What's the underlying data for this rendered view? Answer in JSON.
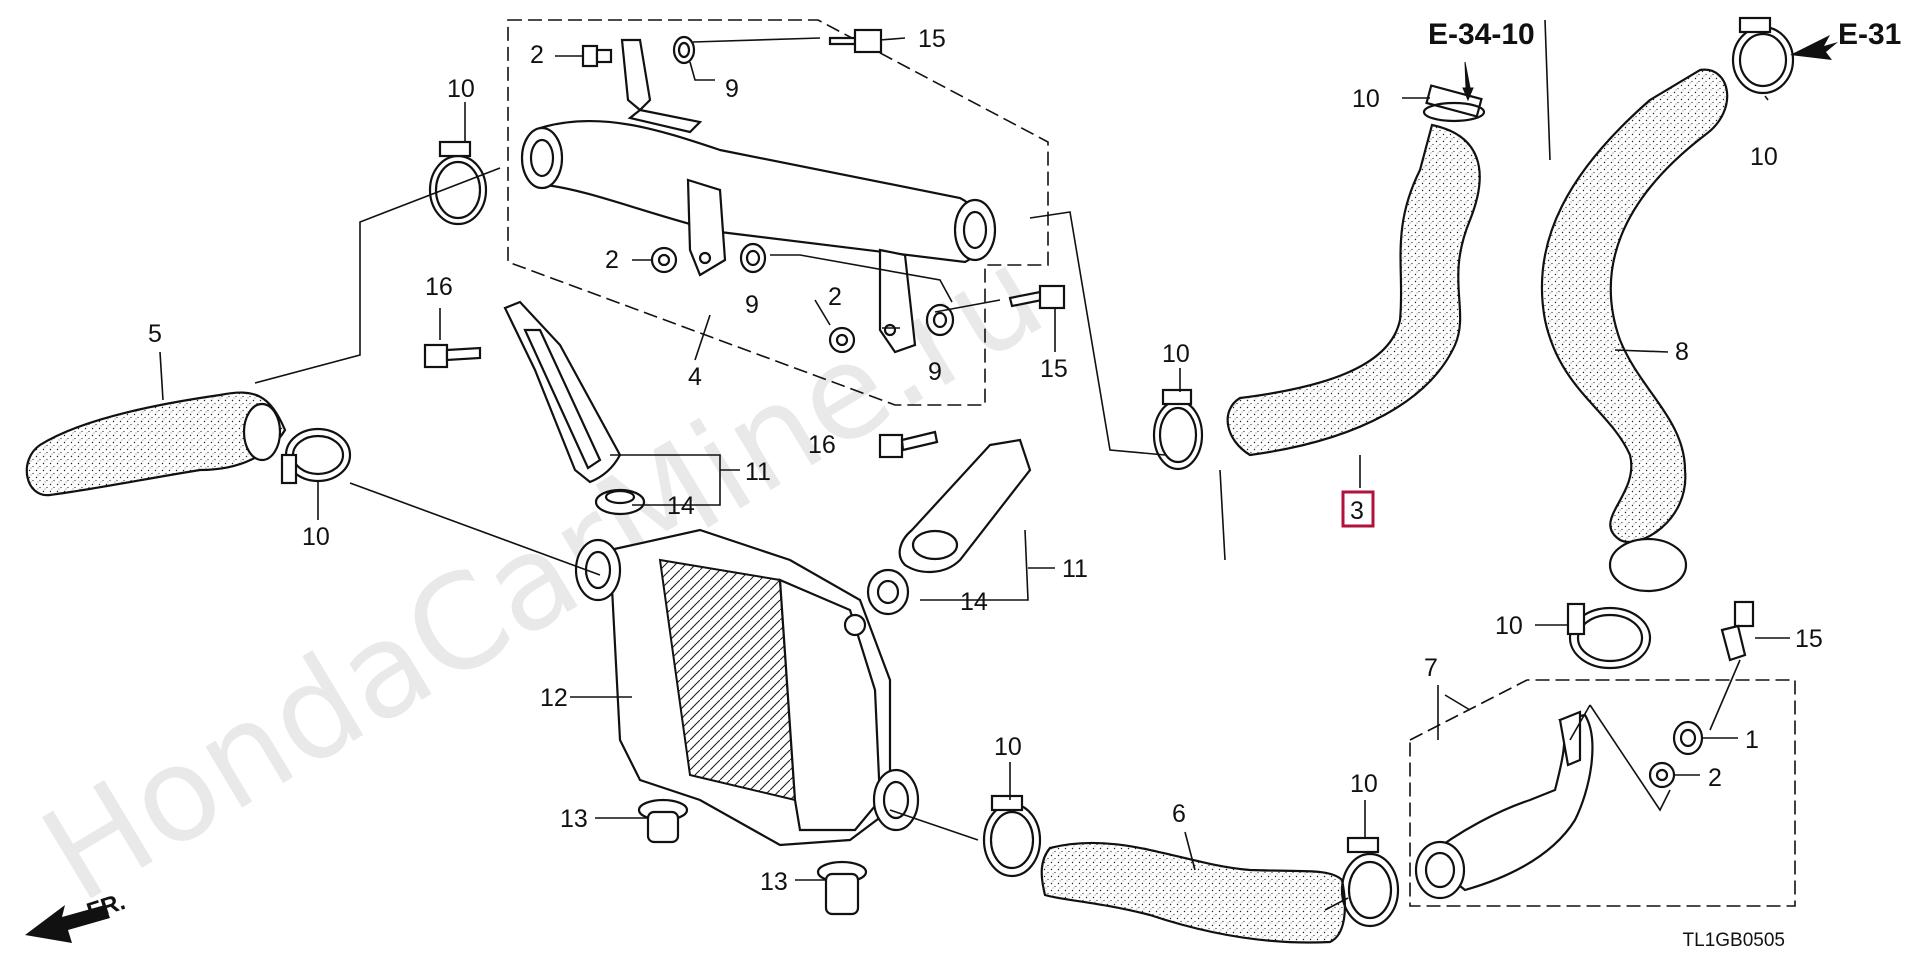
{
  "diagram": {
    "watermark": "HondaCarMine.ru",
    "diagram_code": "TL1GB0505",
    "front_indicator": "FR.",
    "ref_codes": [
      "E-34-10",
      "E-31"
    ],
    "highlight_color": "#b0123a",
    "callouts": [
      {
        "id": "c1",
        "text": "1"
      },
      {
        "id": "c2a",
        "text": "2"
      },
      {
        "id": "c2b",
        "text": "2"
      },
      {
        "id": "c2c",
        "text": "2"
      },
      {
        "id": "c2d",
        "text": "2"
      },
      {
        "id": "c3",
        "text": "3"
      },
      {
        "id": "c4",
        "text": "4"
      },
      {
        "id": "c5",
        "text": "5"
      },
      {
        "id": "c6",
        "text": "6"
      },
      {
        "id": "c7",
        "text": "7"
      },
      {
        "id": "c8",
        "text": "8"
      },
      {
        "id": "c9a",
        "text": "9"
      },
      {
        "id": "c9b",
        "text": "9"
      },
      {
        "id": "c9c",
        "text": "9"
      },
      {
        "id": "c10a",
        "text": "10"
      },
      {
        "id": "c10b",
        "text": "10"
      },
      {
        "id": "c10c",
        "text": "10"
      },
      {
        "id": "c10d",
        "text": "10"
      },
      {
        "id": "c10e",
        "text": "10"
      },
      {
        "id": "c10f",
        "text": "10"
      },
      {
        "id": "c10g",
        "text": "10"
      },
      {
        "id": "c10h",
        "text": "10"
      },
      {
        "id": "c11a",
        "text": "11"
      },
      {
        "id": "c11b",
        "text": "11"
      },
      {
        "id": "c12",
        "text": "12"
      },
      {
        "id": "c13a",
        "text": "13"
      },
      {
        "id": "c13b",
        "text": "13"
      },
      {
        "id": "c14a",
        "text": "14"
      },
      {
        "id": "c14b",
        "text": "14"
      },
      {
        "id": "c15a",
        "text": "15"
      },
      {
        "id": "c15b",
        "text": "15"
      },
      {
        "id": "c15c",
        "text": "15"
      },
      {
        "id": "c16a",
        "text": "16"
      },
      {
        "id": "c16b",
        "text": "16"
      }
    ]
  }
}
